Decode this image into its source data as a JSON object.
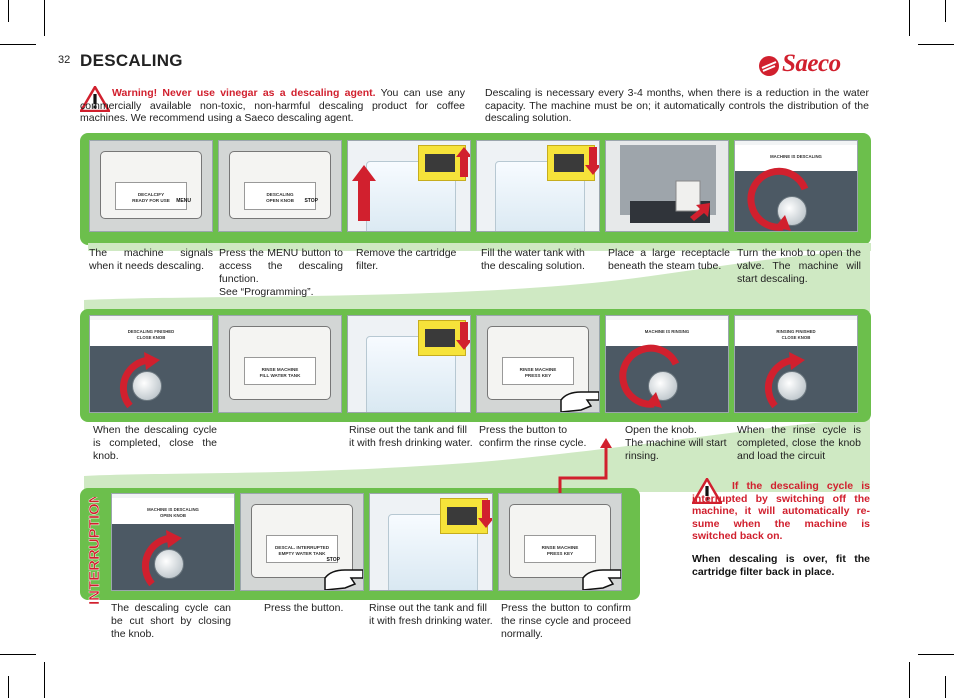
{
  "header": {
    "page_number": "32",
    "title": "DESCALING",
    "logo": "Saeco"
  },
  "intro": {
    "warning_bold": "Warning! Never use vinegar as a descaling agent.",
    "warning_rest": " You can use any commercially available non-toxic, non-harmful descaling product for coffee machines. We recommend using a Saeco descaling agent.",
    "right": "Descaling is necessary every 3-4 months, when  there is a reduction in the water capacity. The machine must be on; it automatically controls the distribution of the descaling solution."
  },
  "row1": {
    "screens": {
      "s1": "DECALCIFY\nREADY FOR USE",
      "s1_menu": "MENU",
      "s2": "DESCALING\nOPEN KNOB",
      "s2_stop": "STOP",
      "s6": "MACHINE IS DESCALING"
    },
    "captions": [
      "The machine signals when it needs descaling.",
      "Press the MENU button to access the descaling function.",
      "See “Programming”.",
      "Remove the cartridge filter.",
      "Fill the water tank with the descaling solution.",
      "Place a large receptacle beneath the steam tube.",
      "Turn the knob to open the valve. The machine will start descaling."
    ]
  },
  "row2": {
    "screens": {
      "s1": "DESCALING FINISHED\nCLOSE KNOB",
      "s2": "RINSE MACHINE\nFILL WATER TANK",
      "s4": "RINSE MACHINE\nPRESS KEY",
      "s5": "MACHINE IS RINSING",
      "s6": "RINSING FINISHED\nCLOSE KNOB"
    },
    "captions": [
      "When the descaling cycle is completed, close the knob.",
      "Rinse out the tank and fill it with fresh drinking water.",
      "Press the button to confirm the rinse cycle.",
      "Open the knob.",
      "The machine will start rinsing.",
      "When the rinse cycle is completed, close the knob and load the circuit"
    ]
  },
  "row3": {
    "label": "INTERRUPTION",
    "screens": {
      "s1": "MACHINE IS DESCALING\nOPEN KNOB",
      "s2": "DESCAL. INTERRUPTED\nEMPTY WATER TANK",
      "s2_stop": "STOP",
      "s4": "RINSE MACHINE\nPRESS KEY"
    },
    "captions": [
      "The descaling cycle can be cut short by closing the knob.",
      "Press the button.",
      "Rinse out the tank and fill it with fresh drinking water.",
      "Press the button to confirm the rinse cycle and proceed normally."
    ]
  },
  "side_note": {
    "warning": "If the descaling cycle is interrupted by switching off the machine, it will automatically re-sume when the machine is switched back on.",
    "final": "When descaling is over, fit the cartridge filter back in place."
  },
  "colors": {
    "accent_red": "#d1202e",
    "band_green": "#6cbf4c",
    "ribbon_green": "#cfe9c3"
  },
  "icons": [
    "warning-icon",
    "knob-arrow-icon",
    "hand-press-icon",
    "up-arrow-icon",
    "down-arrow-icon"
  ]
}
